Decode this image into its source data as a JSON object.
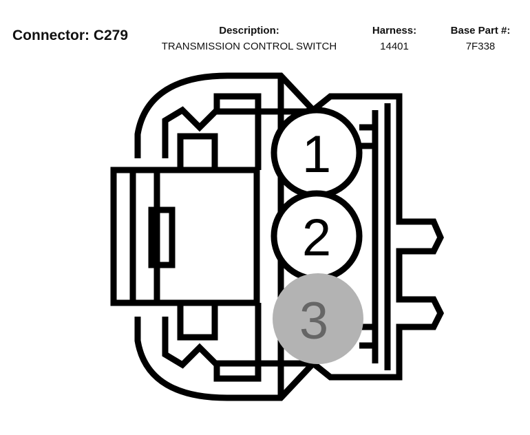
{
  "header": {
    "connector_label": "Connector: C279",
    "description_label": "Description:",
    "description_value": "TRANSMISSION CONTROL SWITCH",
    "harness_label": "Harness:",
    "harness_value": "14401",
    "base_part_label": "Base Part #:",
    "base_part_value": "7F338"
  },
  "pins": [
    {
      "number": "1",
      "highlighted": false
    },
    {
      "number": "2",
      "highlighted": false
    },
    {
      "number": "3",
      "highlighted": true
    }
  ],
  "colors": {
    "outline": "#000000",
    "highlight_fill": "#b3b3b3",
    "highlight_text": "#666666"
  }
}
